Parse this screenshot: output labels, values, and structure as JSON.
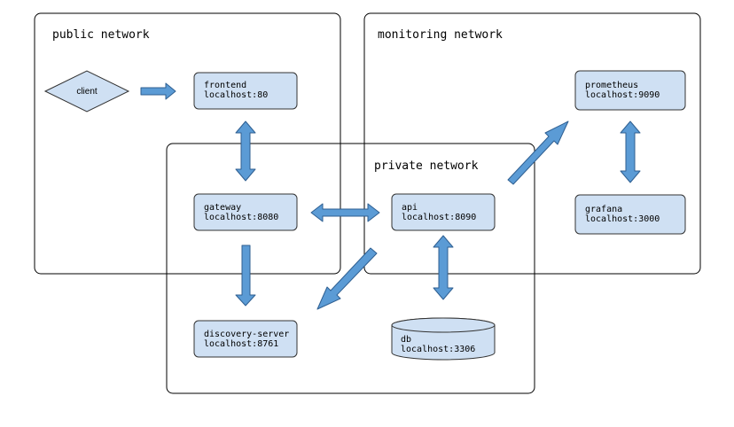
{
  "colors": {
    "node_fill": "#cfe0f3",
    "node_stroke": "#333333",
    "arrow_fill": "#5b9bd5",
    "arrow_stroke": "#2f5f91",
    "network_stroke": "#000000"
  },
  "networks": {
    "public": {
      "label": "public network"
    },
    "monitoring": {
      "label": "monitoring network"
    },
    "private": {
      "label": "private network"
    }
  },
  "nodes": {
    "client": {
      "name": "client",
      "shape": "diamond"
    },
    "frontend": {
      "name": "frontend",
      "address": "localhost:80"
    },
    "gateway": {
      "name": "gateway",
      "address": "localhost:8080"
    },
    "discovery": {
      "name": "discovery-server",
      "address": "localhost:8761"
    },
    "api": {
      "name": "api",
      "address": "localhost:8090"
    },
    "db": {
      "name": "db",
      "address": "localhost:3306",
      "shape": "cylinder"
    },
    "prometheus": {
      "name": "prometheus",
      "address": "localhost:9090"
    },
    "grafana": {
      "name": "grafana",
      "address": "localhost:3000"
    }
  },
  "connections": [
    {
      "from": "client",
      "to": "frontend",
      "direction": "one-way"
    },
    {
      "from": "frontend",
      "to": "gateway",
      "direction": "two-way"
    },
    {
      "from": "gateway",
      "to": "discovery-server",
      "direction": "one-way"
    },
    {
      "from": "gateway",
      "to": "api",
      "direction": "two-way"
    },
    {
      "from": "api",
      "to": "discovery-server",
      "direction": "one-way"
    },
    {
      "from": "api",
      "to": "db",
      "direction": "two-way"
    },
    {
      "from": "api",
      "to": "prometheus",
      "direction": "one-way"
    },
    {
      "from": "prometheus",
      "to": "grafana",
      "direction": "two-way"
    }
  ]
}
